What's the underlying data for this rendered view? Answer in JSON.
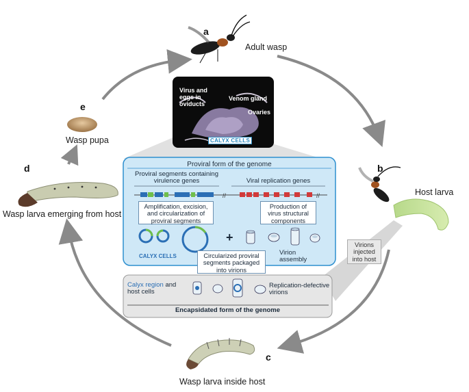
{
  "stages": {
    "a": {
      "letter": "a",
      "label": "Adult wasp"
    },
    "b": {
      "letter": "b",
      "label": "Host larva"
    },
    "c": {
      "letter": "c",
      "label": "Wasp larva inside host"
    },
    "d": {
      "letter": "d",
      "label": "Wasp larva emerging from host"
    },
    "e": {
      "letter": "e",
      "label": "Wasp pupa"
    }
  },
  "ovary_photo": {
    "virus_eggs_label": "Virus and eggs in oviducts",
    "venom_gland_label": "Venom gland",
    "ovaries_label": "Ovaries",
    "calyx_cells_label": "CALYX CELLS"
  },
  "proviral_panel": {
    "title": "Proviral form of the genome",
    "proviral_segments_label": "Proviral segments containing virulence genes",
    "viral_replication_label": "Viral replication genes",
    "amplification_label": "Amplification, excision, and circularization of proviral segments",
    "production_label": "Production of virus structural components",
    "calyx_cells_label": "CALYX CELLS",
    "plus_sign": "+",
    "virion_assembly_label": "Virion assembly",
    "packaged_label": "Circularized proviral segments packaged into virions"
  },
  "encapsidated_panel": {
    "calyx_region_label": "Calyx region",
    "host_cells_label": "and host cells",
    "replication_defective_label": "Replication-defective virions",
    "title": "Encapsidated form of the genome"
  },
  "virions_injected_label": "Virions injected into host",
  "colors": {
    "panel_blue_fill": "#cfe8f7",
    "panel_blue_border": "#2d8fcf",
    "gray_panel_fill": "#e6e6e6",
    "gene_green": "#6fbf4a",
    "gene_blue": "#2b6fb5",
    "gene_red": "#d23a3a",
    "arrow_gray": "#8a8a8a"
  }
}
